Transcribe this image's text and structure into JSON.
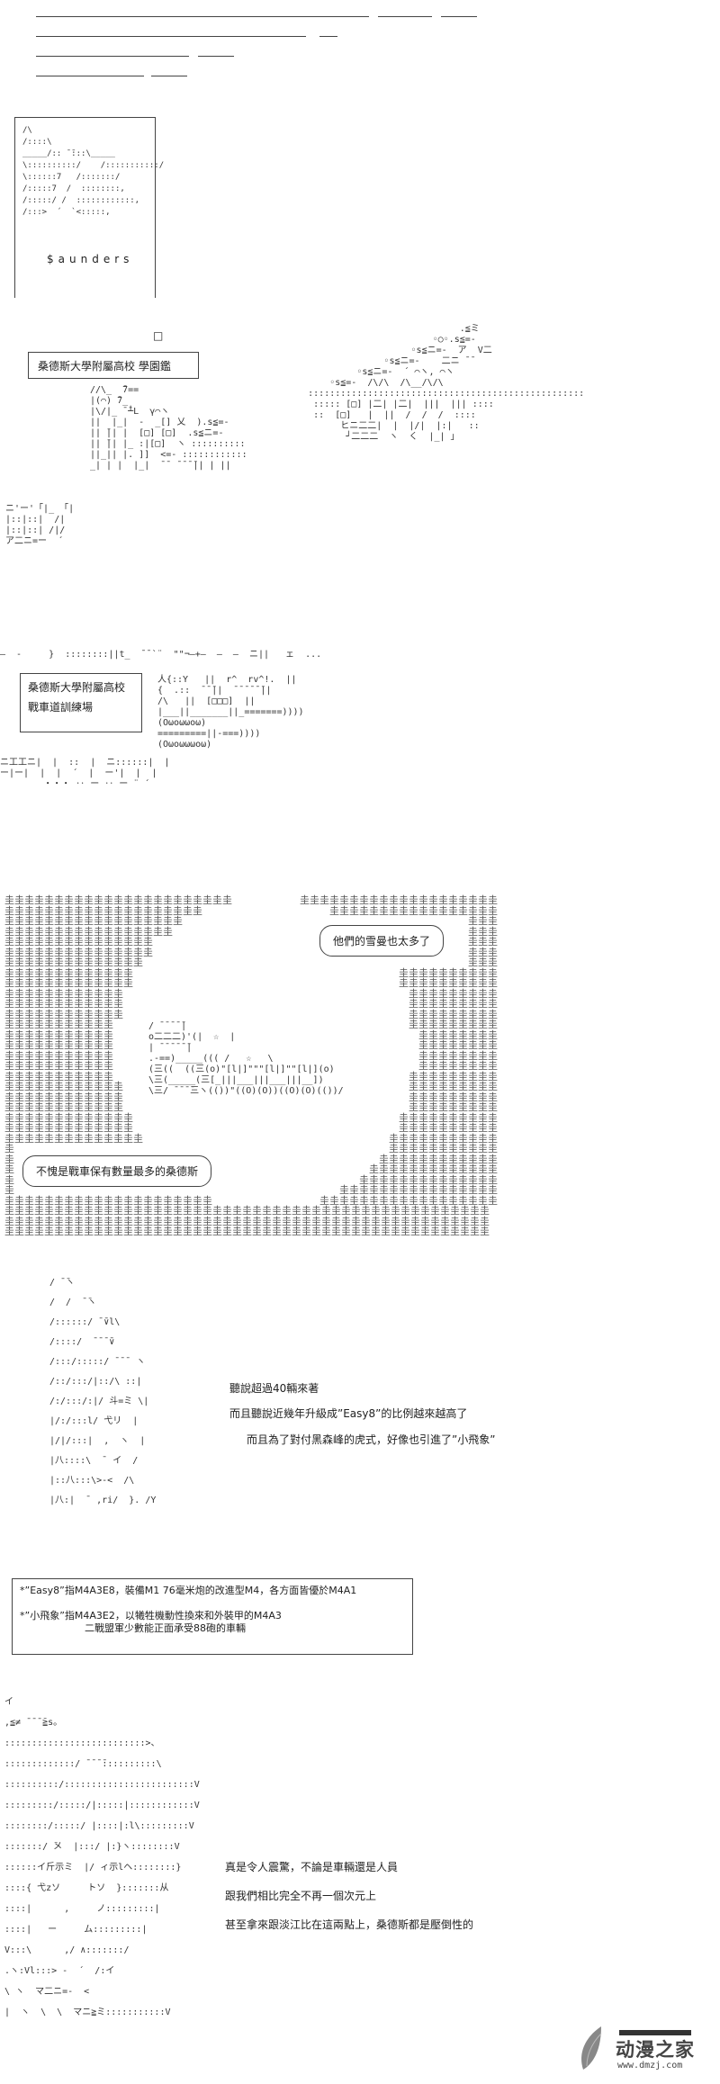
{
  "emblem": {
    "label": "$aunders",
    "art": "/\\\n/::::\\\n_____/:: ̄ ̄:::\\_____\n\\::::::::::/    /:::::::::::/\n\\::::::7   /:::::::/\n/:::::7  /  ::::::::,\n/:::::/ /  ::::::::::::,\n/:::>  ´  `<:::::,"
  },
  "square_mark": "□",
  "yearbook_box": {
    "text": "桑德斯大學附屬高校 學園鑑"
  },
  "training_box": {
    "line1": "桑德斯大學附屬高校",
    "line2": "戰車道訓練場"
  },
  "scene_art": {
    "school": "//\\_  ̄7==\n|(⌒) ̄7_\n|\\/|_ ̄ ̄┴L  γ⌒ヽ\n||  |_|  -  _[] 乂  ).s≦=-\n|| ̄|| |  [□] [□]  .s≦ニ=-\n|| ̄|| |_ :|[□]  ヽ ::::::::::\n||_|| |. ]]  <=- ::::::::::::\n_| | |  |_|  ̄ ̄  ̄ ̄ ̄ ̄|| | ||",
    "training": "人{::Y   ||  r^  rv^!.  ||\n{  .::  ̄ ̄ ̄||  ̄ ̄ ̄ ̄ ̄ ̄||\n/\\   ||  [□□□]  ||\n|___||_______||_=======))))\n(Oωoωωoω)\n=========||-===))))\n(Oωoωωωoω)"
  },
  "field": {
    "fill_char": "圭",
    "bubble1": "他們的雪曼也太多了",
    "bubble2": "不愧是戰車保有數量最多的桑德斯",
    "tank_art": "/ ̄ ̄ ̄ ̄ ̄|\no二二二)'(|  ☆  |\n| ̄ ̄ ̄ ̄ ̄ ̄|\n.-==)_____((( /   ☆   \\\n(三((  ((三(o)\"[l|]\"\"\"[l|]\"\"[l|](o)\n\\三(_____(三[_|||___|||___|||__])\n\\三/ ̄ ̄ ̄ ̄三ヽ(())\"((O)(O))((O)(O)(())/"
  },
  "dialogue1": {
    "lines": [
      "聽說超過40輛來著",
      "而且聽說近幾年升級成”Easy8”的比例越來越高了",
      "而且為了對付黑森峰的虎式，好像也引進了”小飛象”"
    ],
    "art": "/ ̄ ̄ヽ\n/  /  ̄ ̄ヽ\n/::::::/ ̄ ̄∨l\\\n/::::/  ̄ ̄ ̄ ̄∨\n/:::/:::::/ ̄ ̄ ̄  ヽ\n/::/:::/|::/\\ ::|\n/:/:::/:|/ 斗=ミ \\|\n|/:/:::l/ 弋リ  |\n|/|/:::|  ,  ヽ  |\n|八::::\\  ̄  イ  /\n|::八:::\\>-<  /\\\n|八:|  ̄  ,ri/  }. /Y"
  },
  "note_box": {
    "line1": "*”Easy8”指M4A3E8，裝備M1 76毫米炮的改進型M4，各方面皆優於M4A1",
    "line2": "*”小飛象”指M4A3E2，以犧牲機動性換來和外裝甲的M4A3",
    "line3": "二戰盟軍少數能正面承受88砲的車輛"
  },
  "dialogue2": {
    "lines": [
      "真是令人震驚，不論是車輛還是人員",
      "跟我們相比完全不再一個次元上",
      "甚至拿來跟淡江比在這兩點上，桑德斯都是壓倒性的"
    ],
    "art": "イ\n,≦≠ ̄ ̄ ̄ ̄≧s。\n::::::::::::::::::::::::::>、\n:::::::::::::/ ̄ ̄ ̄ ̄::::::::::\\\n::::::::::/::::::::::::::::::::::::V\n:::::::::/:::::/|:::::|::::::::::::V\n::::::::/:::::/ |::::|:l\\:::::::::V\n:::::::/ ̄メ  |:::/ |:}ヽ::::::::V\n::::::イ斤示ミ  |/ ィ示lヘ::::::::}\n::::{ 弋zソ     トソ  }:::::::从\n::::|      ,     ノ:::::::::|\n::::|   ー     ム:::::::::|\nV:::\\      ,/ ∧:::::::/\n.ヽ:Vl:::> -  ´  /:イ\n\\ ヽ  マ二ニ=-  <\n|  ヽ  \\  \\  マニ≧ミ:::::::::::V"
  },
  "logo": {
    "name": "动漫之家",
    "url_text": "www.dmzj.com"
  }
}
